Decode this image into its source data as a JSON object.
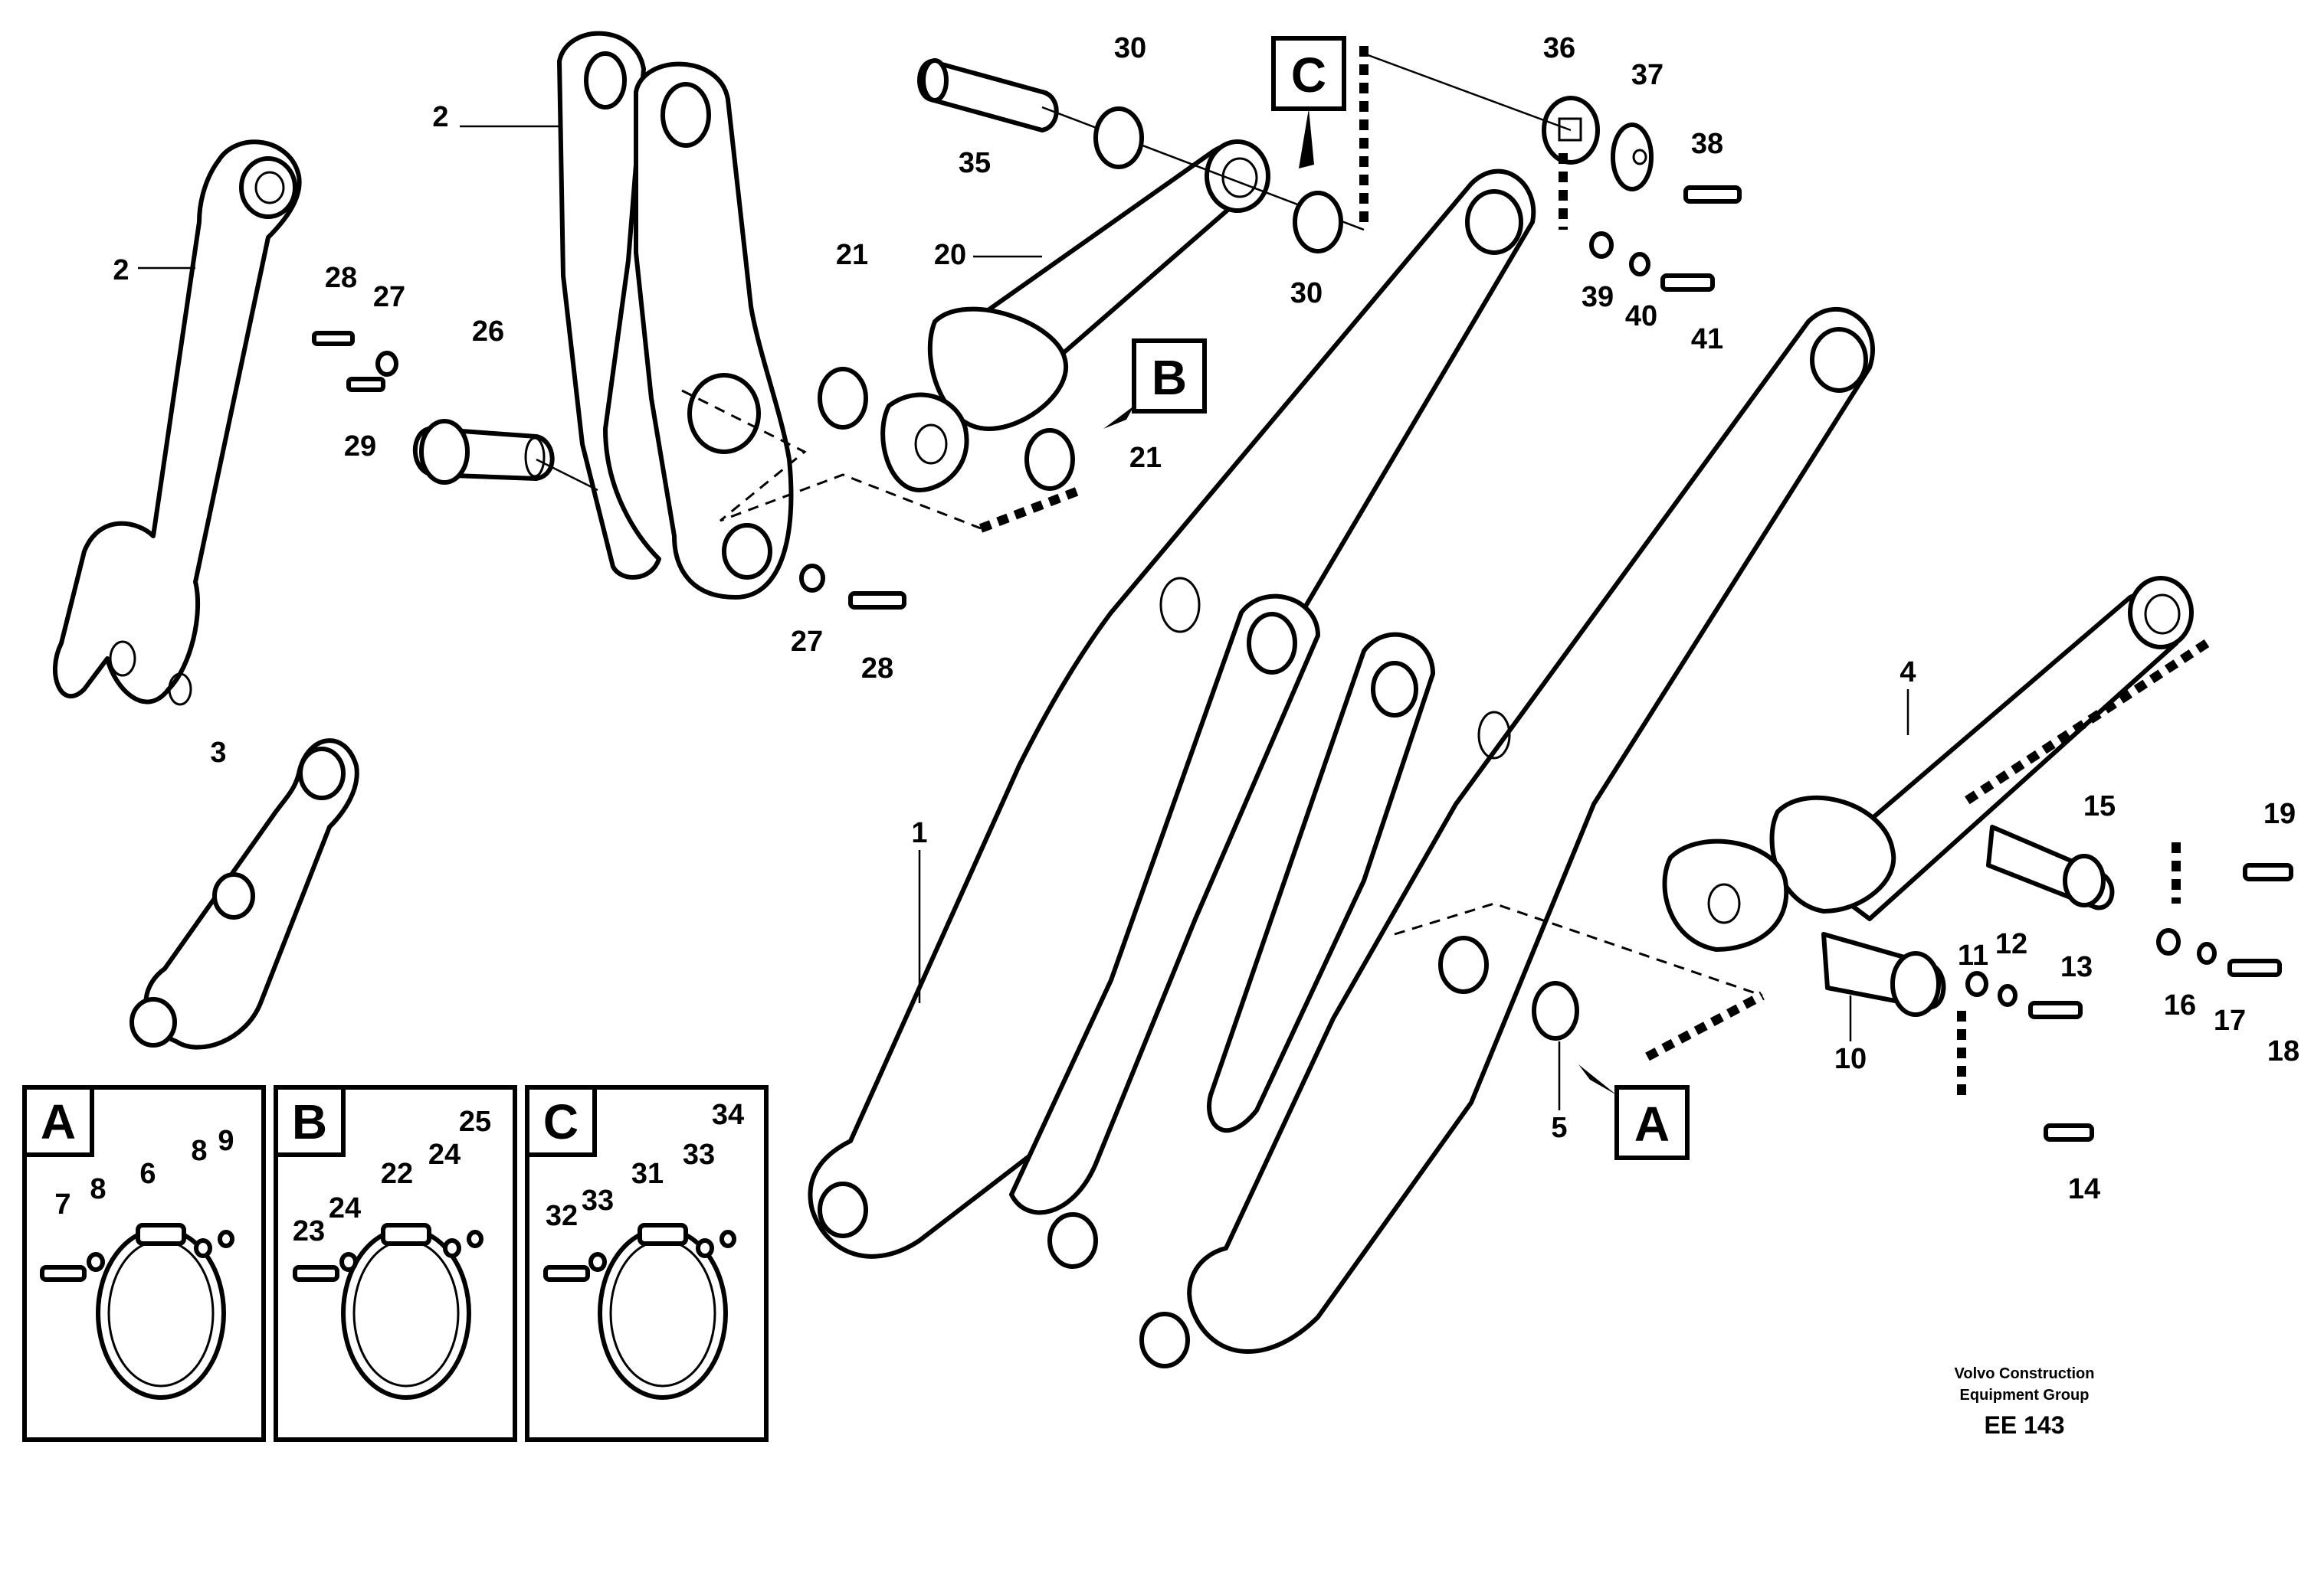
{
  "diagram": {
    "part_numbers": [
      "1",
      "2",
      "2",
      "3",
      "4",
      "5",
      "10",
      "11",
      "12",
      "13",
      "14",
      "15",
      "16",
      "17",
      "18",
      "19",
      "20",
      "21",
      "21",
      "26",
      "27",
      "27",
      "28",
      "28",
      "29",
      "30",
      "30",
      "35",
      "36",
      "37",
      "38",
      "39",
      "40",
      "41"
    ],
    "callout_labels": [
      "A",
      "B",
      "C"
    ],
    "detail_panels": [
      {
        "label": "A",
        "numbers": [
          "7",
          "8",
          "6",
          "8",
          "9"
        ]
      },
      {
        "label": "B",
        "numbers": [
          "23",
          "24",
          "22",
          "24",
          "25"
        ]
      },
      {
        "label": "C",
        "numbers": [
          "32",
          "33",
          "31",
          "33",
          "34"
        ]
      }
    ]
  },
  "credit": {
    "line1": "Volvo Construction",
    "line2": "Equipment Group",
    "code": "EE 143"
  }
}
